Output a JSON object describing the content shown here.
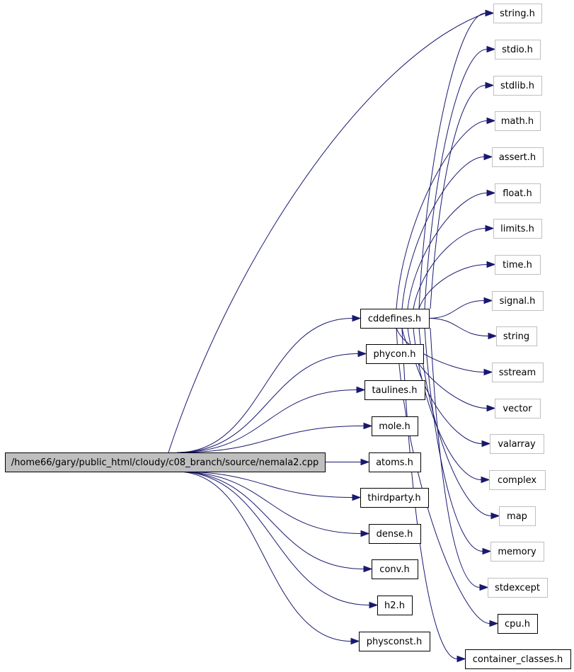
{
  "diagram": {
    "root": {
      "id": "root",
      "label": "/home66/gary/public_html/cloudy/c08_branch/source/nemala2.cpp"
    },
    "nodes": [
      {
        "id": "cddefines",
        "label": "cddefines.h",
        "documented": true
      },
      {
        "id": "phycon",
        "label": "phycon.h",
        "documented": true
      },
      {
        "id": "taulines",
        "label": "taulines.h",
        "documented": true
      },
      {
        "id": "mole",
        "label": "mole.h",
        "documented": true
      },
      {
        "id": "atoms",
        "label": "atoms.h",
        "documented": true
      },
      {
        "id": "thirdparty",
        "label": "thirdparty.h",
        "documented": true
      },
      {
        "id": "dense",
        "label": "dense.h",
        "documented": true
      },
      {
        "id": "conv",
        "label": "conv.h",
        "documented": true
      },
      {
        "id": "h2",
        "label": "h2.h",
        "documented": true
      },
      {
        "id": "physconst",
        "label": "physconst.h",
        "documented": true
      },
      {
        "id": "string_h",
        "label": "string.h",
        "documented": false
      },
      {
        "id": "stdio",
        "label": "stdio.h",
        "documented": false
      },
      {
        "id": "stdlib",
        "label": "stdlib.h",
        "documented": false
      },
      {
        "id": "math",
        "label": "math.h",
        "documented": false
      },
      {
        "id": "assert",
        "label": "assert.h",
        "documented": false
      },
      {
        "id": "float",
        "label": "float.h",
        "documented": false
      },
      {
        "id": "limits",
        "label": "limits.h",
        "documented": false
      },
      {
        "id": "time",
        "label": "time.h",
        "documented": false
      },
      {
        "id": "signal",
        "label": "signal.h",
        "documented": false
      },
      {
        "id": "string",
        "label": "string",
        "documented": false
      },
      {
        "id": "sstream",
        "label": "sstream",
        "documented": false
      },
      {
        "id": "vector",
        "label": "vector",
        "documented": false
      },
      {
        "id": "valarray",
        "label": "valarray",
        "documented": false
      },
      {
        "id": "complex",
        "label": "complex",
        "documented": false
      },
      {
        "id": "map",
        "label": "map",
        "documented": false
      },
      {
        "id": "memory",
        "label": "memory",
        "documented": false
      },
      {
        "id": "stdexcept",
        "label": "stdexcept",
        "documented": false
      },
      {
        "id": "cpu",
        "label": "cpu.h",
        "documented": true
      },
      {
        "id": "container_classes",
        "label": "container_classes.h",
        "documented": true
      }
    ],
    "edges": [
      [
        "root",
        "cddefines"
      ],
      [
        "root",
        "phycon"
      ],
      [
        "root",
        "taulines"
      ],
      [
        "root",
        "mole"
      ],
      [
        "root",
        "atoms"
      ],
      [
        "root",
        "thirdparty"
      ],
      [
        "root",
        "dense"
      ],
      [
        "root",
        "conv"
      ],
      [
        "root",
        "h2"
      ],
      [
        "root",
        "physconst"
      ],
      [
        "root",
        "string_h"
      ],
      [
        "cddefines",
        "string_h"
      ],
      [
        "cddefines",
        "stdio"
      ],
      [
        "cddefines",
        "stdlib"
      ],
      [
        "cddefines",
        "math"
      ],
      [
        "cddefines",
        "assert"
      ],
      [
        "cddefines",
        "float"
      ],
      [
        "cddefines",
        "limits"
      ],
      [
        "cddefines",
        "time"
      ],
      [
        "cddefines",
        "signal"
      ],
      [
        "cddefines",
        "string"
      ],
      [
        "cddefines",
        "sstream"
      ],
      [
        "cddefines",
        "vector"
      ],
      [
        "cddefines",
        "valarray"
      ],
      [
        "cddefines",
        "complex"
      ],
      [
        "cddefines",
        "map"
      ],
      [
        "cddefines",
        "memory"
      ],
      [
        "cddefines",
        "stdexcept"
      ],
      [
        "cddefines",
        "cpu"
      ],
      [
        "cddefines",
        "container_classes"
      ]
    ],
    "colors": {
      "edge": "#191970",
      "documented_border": "#000000",
      "external_border": "#bfbfbf",
      "root_fill": "#bfbfbf"
    }
  }
}
